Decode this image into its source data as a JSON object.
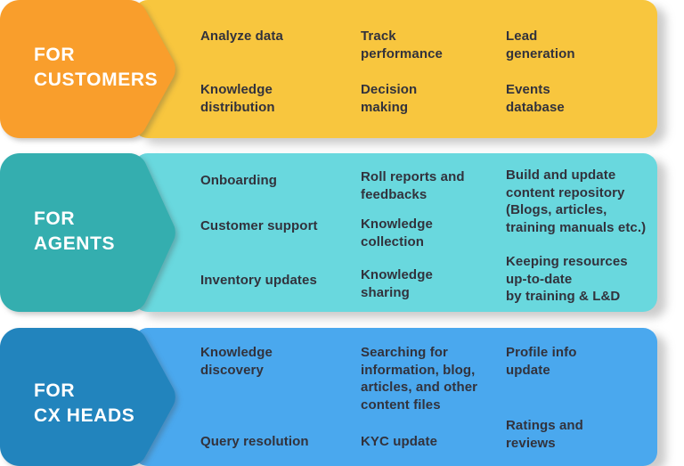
{
  "text_color": "#32323C",
  "label_color": "#FFFFFF",
  "bands": [
    {
      "id": "for-customers",
      "label": "FOR\nCUSTOMERS",
      "arrow_color": "#F99E2C",
      "band_color": "#F8C63E",
      "items": [
        {
          "text": "Analyze data"
        },
        {
          "text": "Track\nperformance"
        },
        {
          "text": "Lead\ngeneration"
        },
        {
          "text": "Knowledge\ndistribution"
        },
        {
          "text": "Decision\nmaking"
        },
        {
          "text": "Events\ndatabase"
        }
      ]
    },
    {
      "id": "for-agents",
      "label": "FOR\nAGENTS",
      "arrow_color": "#34AEAF",
      "band_color": "#69D8DE",
      "items": [
        {
          "text": "Onboarding"
        },
        {
          "text": "Customer support"
        },
        {
          "text": "Inventory updates"
        },
        {
          "text": "Roll reports and\nfeedbacks"
        },
        {
          "text": "Knowledge\ncollection"
        },
        {
          "text": "Knowledge\nsharing"
        },
        {
          "text": "Build and update\ncontent repository\n(Blogs, articles,\ntraining manuals etc.)"
        },
        {
          "text": "Keeping resources\nup-to-date\nby training & L&D"
        }
      ]
    },
    {
      "id": "for-cx-heads",
      "label": "FOR\nCX HEADS",
      "arrow_color": "#2284BD",
      "band_color": "#4AA8EE",
      "items": [
        {
          "text": "Knowledge\ndiscovery"
        },
        {
          "text": "Query resolution"
        },
        {
          "text": "Searching for\ninformation, blog,\narticles, and other\ncontent files"
        },
        {
          "text": "KYC update"
        },
        {
          "text": "Profile info\nupdate"
        },
        {
          "text": "Ratings and\nreviews"
        }
      ]
    }
  ]
}
